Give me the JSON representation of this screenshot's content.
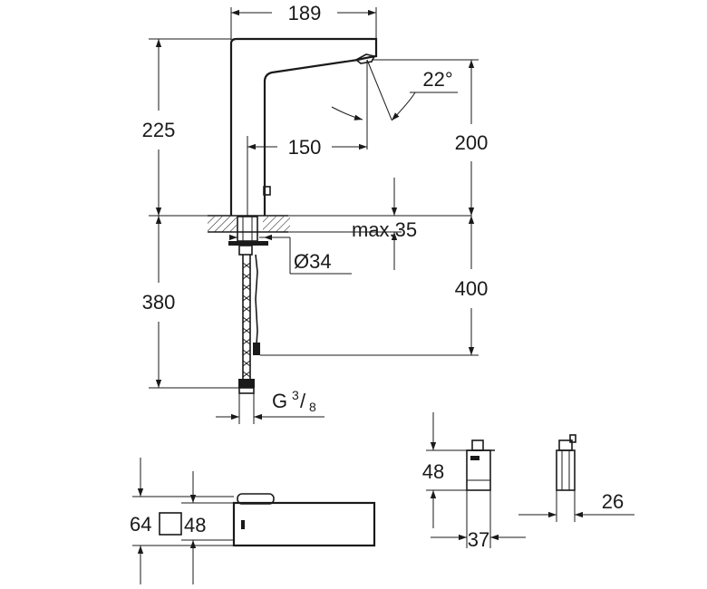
{
  "dimensions": {
    "overall_width": "189",
    "height_above_counter": "225",
    "spout_height": "200",
    "spout_reach": "150",
    "spray_angle": "22°",
    "max_counter_thickness": "max.35",
    "hole_diameter": "Ø34",
    "hose_length": "400",
    "below_counter_length": "380",
    "thread_main": "G",
    "thread_num": "3",
    "thread_sep": "/",
    "thread_den": "8",
    "plan_depth": "64",
    "plan_base": "48",
    "box_height": "48",
    "box_width": "37",
    "box_depth": "26"
  }
}
